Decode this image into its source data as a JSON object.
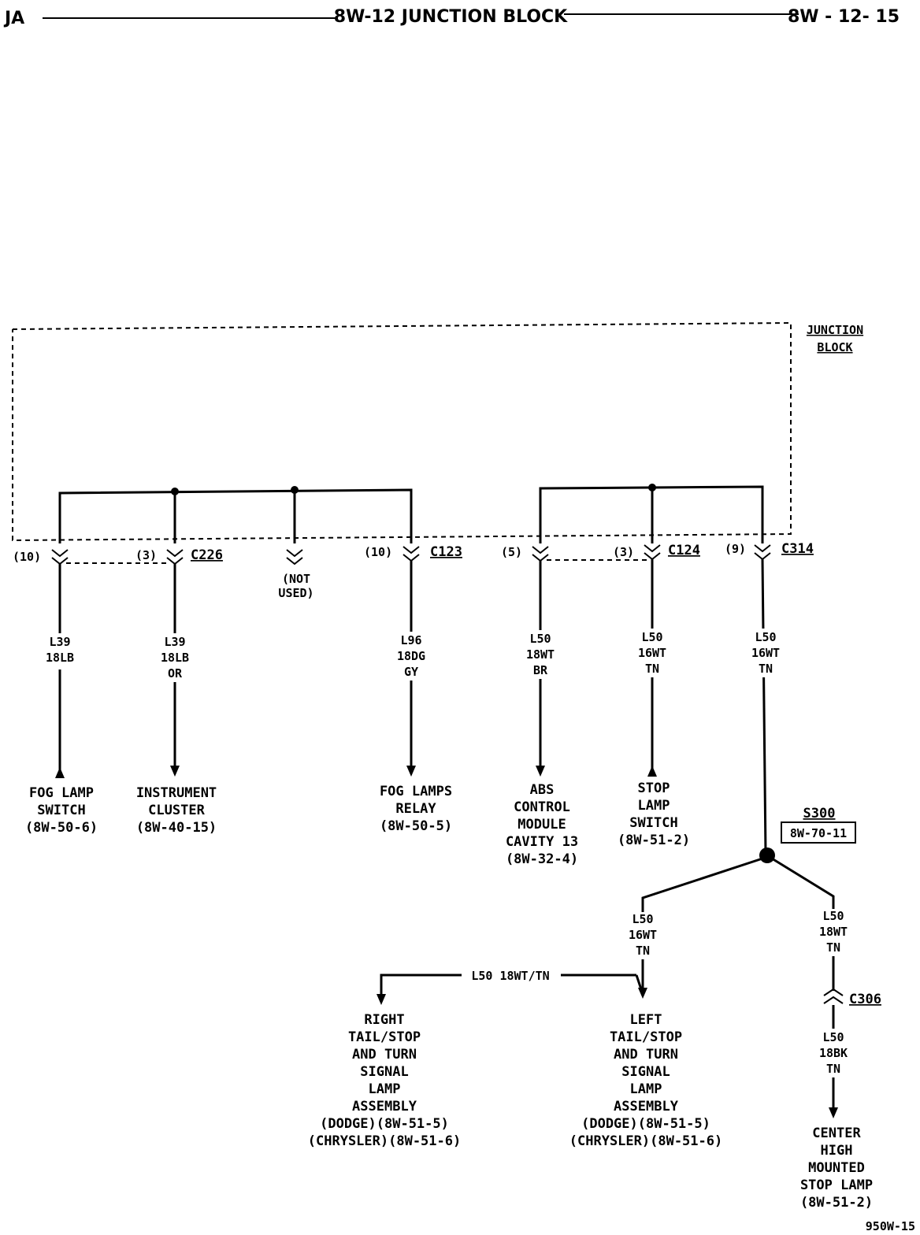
{
  "header": {
    "left": "JA",
    "title": "8W-12 JUNCTION BLOCK",
    "page": "8W - 12- 15"
  },
  "junction_block": {
    "label_line1": "JUNCTION",
    "label_line2": "BLOCK"
  },
  "connectors": {
    "c226": "C226",
    "c123": "C123",
    "c124": "C124",
    "c314": "C314",
    "c306": "C306"
  },
  "pins": {
    "fog_switch": "(10)",
    "cluster": "(3)",
    "fog_relay": "(10)",
    "abs": "(5)",
    "stop_switch": "(3)",
    "c314": "(9)"
  },
  "not_used": {
    "line1": "(NOT",
    "line2": "USED)"
  },
  "wires": {
    "fog_switch": {
      "circuit": "L39",
      "gauge": "18LB",
      "tracer": ""
    },
    "cluster": {
      "circuit": "L39",
      "gauge": "18LB",
      "tracer": "OR"
    },
    "fog_relay": {
      "circuit": "L96",
      "gauge": "18DG",
      "tracer": "GY"
    },
    "abs": {
      "circuit": "L50",
      "gauge": "18WT",
      "tracer": "BR"
    },
    "stop_switch": {
      "circuit": "L50",
      "gauge": "16WT",
      "tracer": "TN"
    },
    "c314": {
      "circuit": "L50",
      "gauge": "16WT",
      "tracer": "TN"
    },
    "splice_left": {
      "circuit": "L50",
      "gauge": "16WT",
      "tracer": "TN"
    },
    "splice_right": {
      "circuit": "L50",
      "gauge": "18WT",
      "tracer": "TN"
    },
    "c306_out": {
      "circuit": "L50",
      "gauge": "18BK",
      "tracer": "TN"
    },
    "tail_bridge": "L50 18WT/TN"
  },
  "destinations": {
    "fog_switch": [
      "FOG LAMP",
      "SWITCH",
      "(8W-50-6)"
    ],
    "cluster": [
      "INSTRUMENT",
      "CLUSTER",
      "(8W-40-15)"
    ],
    "fog_relay": [
      "FOG LAMPS",
      "RELAY",
      "(8W-50-5)"
    ],
    "abs": [
      "ABS",
      "CONTROL",
      "MODULE",
      "CAVITY 13",
      "(8W-32-4)"
    ],
    "stop_switch": [
      "STOP",
      "LAMP",
      "SWITCH",
      "(8W-51-2)"
    ],
    "right_tail": [
      "RIGHT",
      "TAIL/STOP",
      "AND TURN",
      "SIGNAL",
      "LAMP",
      "ASSEMBLY",
      "(DODGE)(8W-51-5)",
      "(CHRYSLER)(8W-51-6)"
    ],
    "left_tail": [
      "LEFT",
      "TAIL/STOP",
      "AND TURN",
      "SIGNAL",
      "LAMP",
      "ASSEMBLY",
      "(DODGE)(8W-51-5)",
      "(CHRYSLER)(8W-51-6)"
    ],
    "chmsl": [
      "CENTER",
      "HIGH",
      "MOUNTED",
      "STOP LAMP",
      "(8W-51-2)"
    ]
  },
  "splice": {
    "name": "S300",
    "ref": "8W-70-11"
  },
  "footer": {
    "figure_id": "950W-15"
  }
}
